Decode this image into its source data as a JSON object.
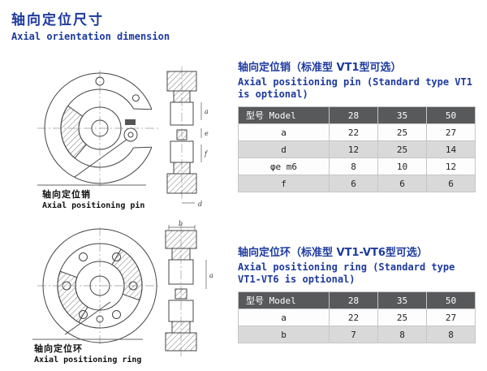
{
  "header": {
    "title_zh": "轴向定位尺寸",
    "title_en": "Axial orientation dimension"
  },
  "colors": {
    "accent_blue": "#1d3a9e",
    "table_header_bg": "#58595b",
    "table_row_alt": "#d9d9d9"
  },
  "sections": [
    {
      "heading_zh": "轴向定位销（标准型  VT1型可选）",
      "heading_en_line1": "Axial positioning pin (Standard type VT1",
      "heading_en_line2": "is optional)",
      "drawing_label_zh": "轴向定位销",
      "drawing_label_en": "Axial positioning pin",
      "dims": [
        "a",
        "e",
        "f",
        "d"
      ],
      "table": {
        "header": [
          "型号 Model",
          "28",
          "35",
          "50"
        ],
        "rows": [
          [
            "a",
            "22",
            "25",
            "27"
          ],
          [
            "d",
            "12",
            "25",
            "14"
          ],
          [
            "φe m6",
            "8",
            "10",
            "12"
          ],
          [
            "f",
            "6",
            "6",
            "6"
          ]
        ]
      }
    },
    {
      "heading_zh": "轴向定位环（标准型  VT1-VT6型可选）",
      "heading_en_line1": "Axial positioning ring (Standard type",
      "heading_en_line2": "VT1-VT6 is optional)",
      "drawing_label_zh": "轴向定位环",
      "drawing_label_en": "Axial positioning ring",
      "dims": [
        "b",
        "a"
      ],
      "table": {
        "header": [
          "型号 Model",
          "28",
          "35",
          "50"
        ],
        "rows": [
          [
            "a",
            "22",
            "25",
            "27"
          ],
          [
            "b",
            "7",
            "8",
            "8"
          ]
        ]
      }
    }
  ]
}
